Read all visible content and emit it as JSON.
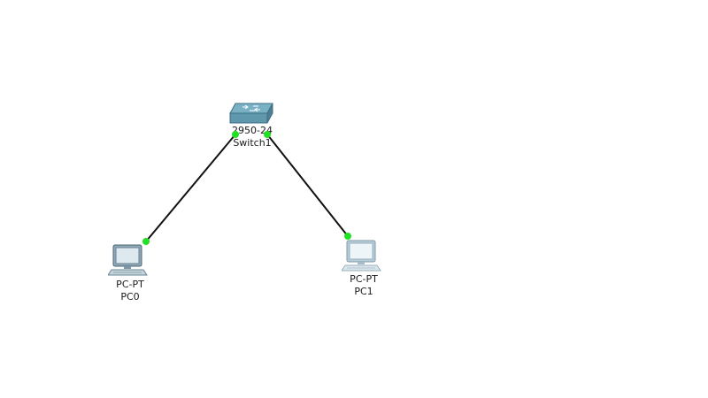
{
  "devices": {
    "switch1": {
      "model": "2950-24",
      "name": "Switch1"
    },
    "pc0": {
      "model": "PC-PT",
      "name": "PC0"
    },
    "pc1": {
      "model": "PC-PT",
      "name": "PC1"
    }
  },
  "links": [
    {
      "from": "Switch1",
      "to": "PC0",
      "status": "up"
    },
    {
      "from": "Switch1",
      "to": "PC1",
      "status": "up"
    }
  ],
  "colors": {
    "cable": "#111111",
    "port_up": "#22e022",
    "switch_body": "#5f97ad",
    "pc_body": "#8fa9b8"
  }
}
